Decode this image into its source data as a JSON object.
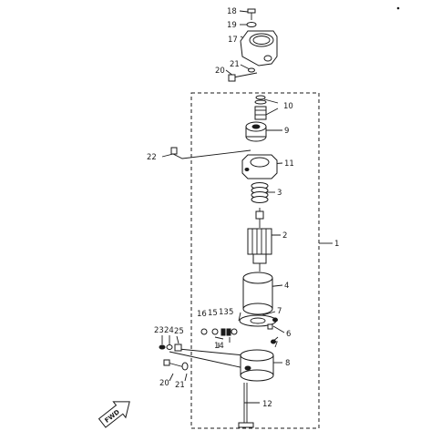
{
  "callouts": {
    "c1": "1",
    "c2": "2",
    "c3": "3",
    "c4": "4",
    "c5": "5",
    "c6": "6",
    "c7a": "7",
    "c7b": "7",
    "c8": "8",
    "c9": "9",
    "c10": "10",
    "c11": "11",
    "c12": "12",
    "c13": "13",
    "c14": "14",
    "c15": "15",
    "c16": "16",
    "c17": "17",
    "c18": "18",
    "c19": "19",
    "c20a": "20",
    "c20b": "20",
    "c21a": "21",
    "c21b": "21",
    "c22": "22",
    "c23": "23",
    "c24": "24",
    "c25": "25"
  },
  "fwd_marker": {
    "text": "FWD"
  },
  "colors": {
    "ink": "#1a1a1a",
    "background": "#ffffff"
  },
  "icons": {
    "direction": "fwd-arrow-icon"
  }
}
